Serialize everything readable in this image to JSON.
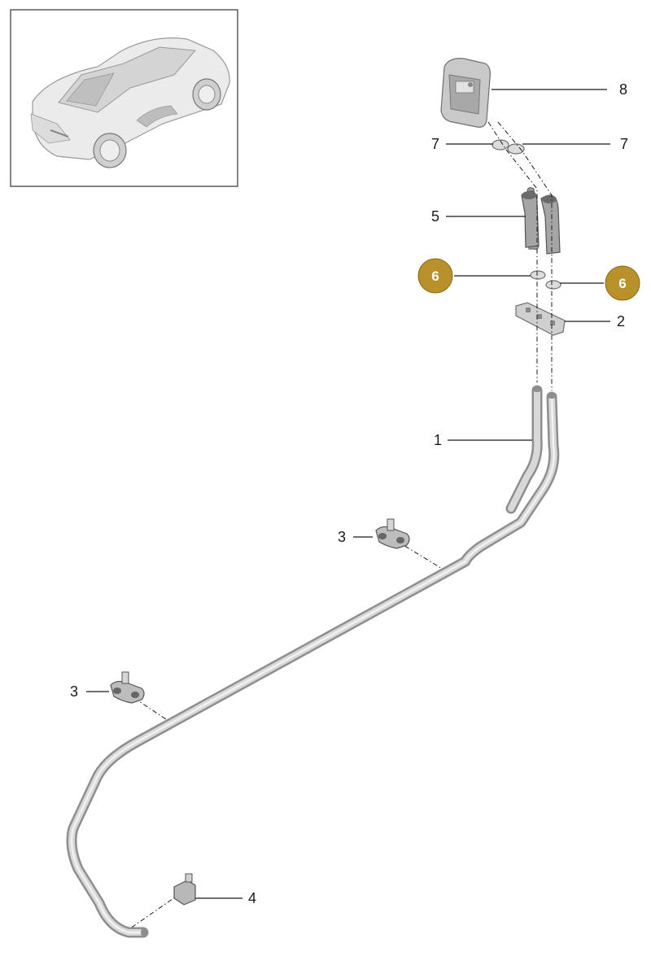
{
  "callouts": [
    {
      "id": "8",
      "label": "8",
      "highlighted": false
    },
    {
      "id": "7a",
      "label": "7",
      "highlighted": false
    },
    {
      "id": "7b",
      "label": "7",
      "highlighted": false
    },
    {
      "id": "5",
      "label": "5",
      "highlighted": false
    },
    {
      "id": "6a",
      "label": "6",
      "highlighted": true
    },
    {
      "id": "6b",
      "label": "6",
      "highlighted": true
    },
    {
      "id": "2",
      "label": "2",
      "highlighted": false
    },
    {
      "id": "1",
      "label": "1",
      "highlighted": false
    },
    {
      "id": "3a",
      "label": "3",
      "highlighted": false
    },
    {
      "id": "3b",
      "label": "3",
      "highlighted": false
    },
    {
      "id": "4",
      "label": "4",
      "highlighted": false
    }
  ],
  "colors": {
    "badge": "#b8912a",
    "badge_border": "#8a6a14",
    "line": "#1a1a1a",
    "pipe": "#c8c8c8"
  },
  "icons": {
    "inset": "car-thumbnail-icon"
  }
}
